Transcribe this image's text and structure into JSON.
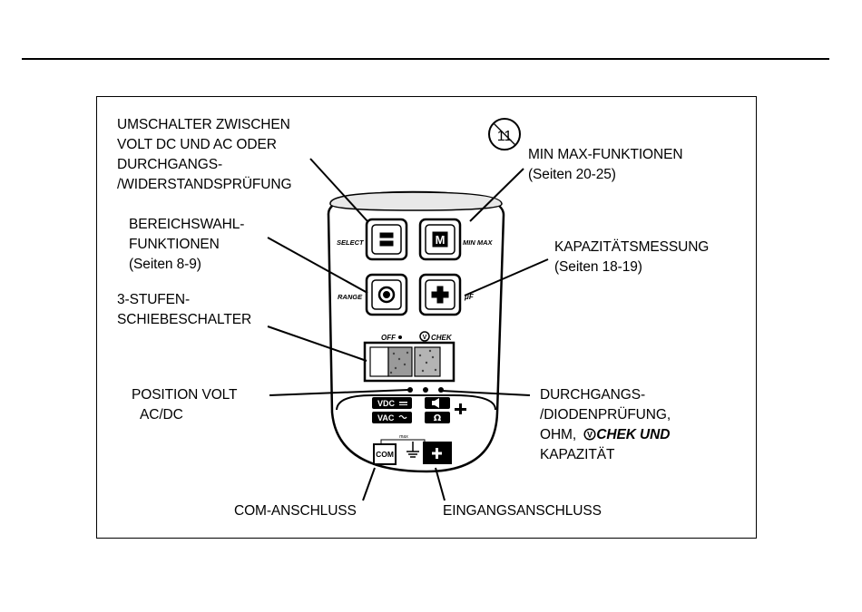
{
  "labels": {
    "umschalter": [
      "UMSCHALTER ZWISCHEN",
      "VOLT DC UND AC ODER",
      "DURCHGANGS-",
      "/WIDERSTANDSPRÜFUNG"
    ],
    "minmax": [
      "MIN MAX-FUNKTIONEN",
      "(Seiten 20-25)"
    ],
    "bereich": [
      "BEREICHSWAHL-",
      "FUNKTIONEN",
      "(Seiten 8-9)"
    ],
    "kapazitaet": [
      "KAPAZITÄTSMESSUNG",
      "(Seiten 18-19)"
    ],
    "stufen": [
      "3-STUFEN-",
      "SCHIEBESCHALTER"
    ],
    "position": [
      "POSITION VOLT",
      "AC/DC"
    ],
    "durchgang": [
      "DURCHGANGS-",
      "/DIODENPRÜFUNG,",
      "OHM,",
      "CHEK UND",
      "KAPAZITÄT"
    ],
    "com": "COM-ANSCHLUSS",
    "eingang": "EINGANGSANSCHLUSS"
  },
  "device": {
    "badge": "11",
    "select_label": "SELECT",
    "minmax_label": "MIN MAX",
    "range_label": "RANGE",
    "uf_label": "μF",
    "off_label": "OFF",
    "vchek_label": "CHEK",
    "vdc_label": "VDC",
    "vac_label": "VAC",
    "com_label": "COM"
  }
}
